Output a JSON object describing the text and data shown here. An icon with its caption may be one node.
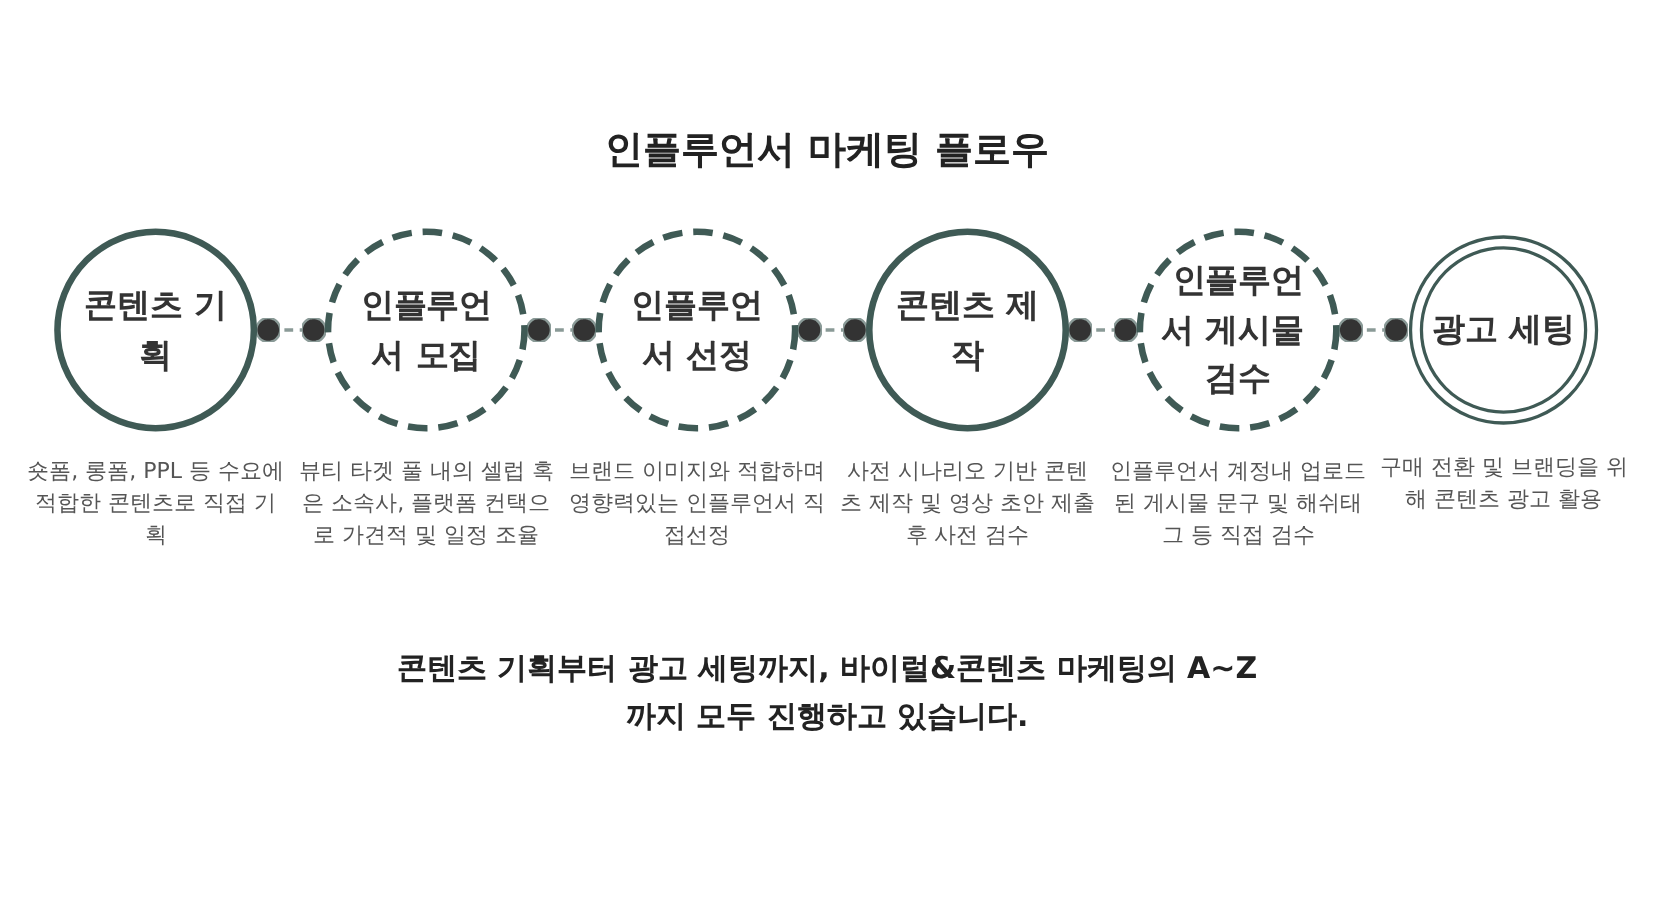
{
  "diagram": {
    "title": "인플루언서 마케팅 플로우",
    "caption": "콘텐츠 기획부터 광고 세팅까지, 바이럴&콘텐츠 마케팅의 A~Z까지 모두 진행하고 있습니다.",
    "nodes": [
      {
        "text": [
          "콘텐츠 기획"
        ],
        "beside": [
          "숏폼, 롱폼, PPL 등 수요에 적합한 콘텐츠로 직접 기획"
        ]
      },
      {
        "text": [
          "인플루언서 모집"
        ],
        "beside": [
          "뷰티 타겟 풀 내의 셀럽 혹은 소속사, 플랫폼 컨택으로 가견적 및 일정 조율"
        ]
      },
      {
        "text": [
          "인플루언서 선정"
        ],
        "beside": [
          "브랜드 이미지와 적합하며 영향력있는 인플루언서 직접선정"
        ]
      },
      {
        "text": [
          "콘텐츠 제작"
        ],
        "beside": [
          "사전 시나리오 기반 콘텐츠 제작 및 영상 초안 제출후 사전 검수"
        ]
      },
      {
        "text": [
          "인플루언서 게시물 검수"
        ],
        "beside": [
          "인플루언서 계정내 업로드된 게시물 문구 및 해쉬태그 등 직접 검수"
        ]
      },
      {
        "text": [
          "광고 세팅"
        ],
        "beside": [
          "구매 전환 및 브랜딩을 위해 콘텐츠 광고 활용"
        ]
      }
    ],
    "edges": [
      {
        "from": 0,
        "to": 1,
        "arrow": "other",
        "style": "dashed"
      },
      {
        "from": 1,
        "to": 2,
        "arrow": "other",
        "style": "dashed"
      },
      {
        "from": 2,
        "to": 3,
        "arrow": "other",
        "style": "dashed"
      },
      {
        "from": 3,
        "to": 4,
        "arrow": "other",
        "style": "dashed"
      },
      {
        "from": 4,
        "to": 5,
        "arrow": "other",
        "style": "dashed"
      }
    ]
  }
}
